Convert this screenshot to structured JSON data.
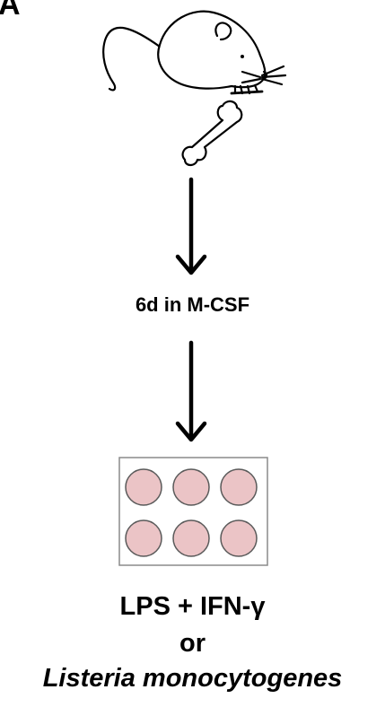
{
  "panel_label": "A",
  "icons": {
    "mouse": "mouse-icon",
    "bone": "bone-icon",
    "plate": "six-well-plate-icon"
  },
  "steps": {
    "culture": "6d in M-CSF"
  },
  "treatment": {
    "line1": "LPS + IFN-γ",
    "line2": "or",
    "line3": "Listeria monocytogenes"
  },
  "colors": {
    "well_fill": "#ebc4c6",
    "plate_border": "#8a8a8a",
    "arrow": "#000000"
  }
}
